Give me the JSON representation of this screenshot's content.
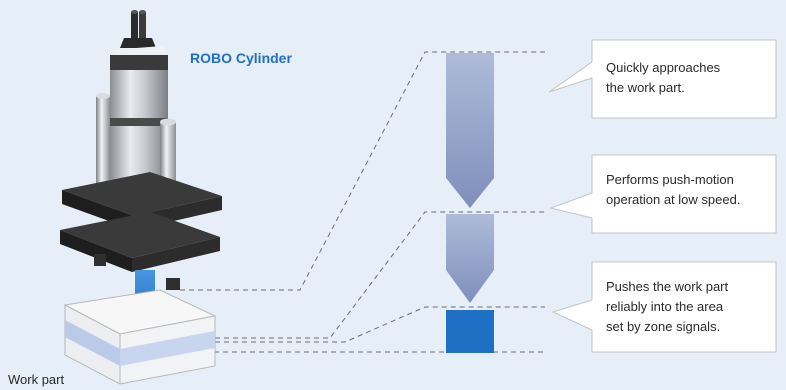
{
  "device_label": "ROBO Cylinder",
  "workpiece_label": "Work part",
  "steps": [
    {
      "lines": [
        "Quickly approaches",
        "the work part."
      ]
    },
    {
      "lines": [
        "Performs push-motion",
        "operation at low speed."
      ]
    },
    {
      "lines": [
        "Pushes the work part",
        "reliably into the area",
        "set by zone signals."
      ]
    }
  ],
  "colors": {
    "background": "#e6eef8",
    "accent_blue": "#1f6fc4",
    "arrow_fill": "#8f9fc6",
    "zone_block": "#1f6fc4"
  }
}
